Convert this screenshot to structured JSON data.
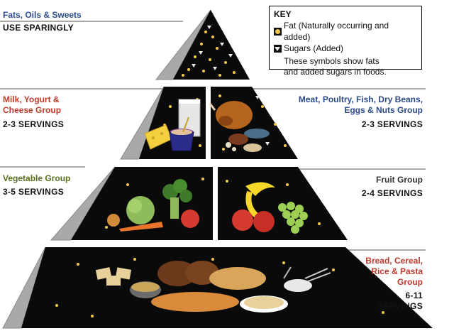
{
  "colors": {
    "group_blue": "#2a4a8c",
    "group_red": "#c0392b",
    "group_green": "#5a6e1f",
    "group_dark": "#333333",
    "tier_fill": "#0a0a0a",
    "side_fill": "#a9a9a9",
    "fat_symbol": "#f2c94c",
    "sugar_symbol": "#e8e8e8"
  },
  "key": {
    "title": "KEY",
    "fat_label": "Fat (Naturally occurring and added)",
    "sugar_label": "Sugars (Added)",
    "note_line1": "These symbols show fats",
    "note_line2": "and added sugars in foods."
  },
  "tiers": {
    "top": {
      "group": "Fats, Oils & Sweets",
      "servings": "USE SPARINGLY"
    },
    "milk": {
      "group_line1": "Milk, Yogurt &",
      "group_line2": "Cheese Group",
      "servings": "2-3 SERVINGS"
    },
    "meat": {
      "group_line1": "Meat, Poultry, Fish, Dry Beans,",
      "group_line2": "Eggs & Nuts Group",
      "servings": "2-3 SERVINGS"
    },
    "vegetable": {
      "group": "Vegetable Group",
      "servings": "3-5 SERVINGS"
    },
    "fruit": {
      "group": "Fruit Group",
      "servings": "2-4 SERVINGS"
    },
    "bread": {
      "group_line1": "Bread, Cereal,",
      "group_line2": "Rice & Pasta",
      "group_line3": "Group",
      "servings_line1": "6-11",
      "servings_line2": "SERVINGS"
    }
  }
}
